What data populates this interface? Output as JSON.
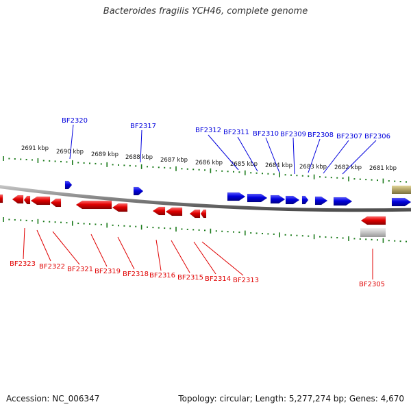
{
  "title": "Bacteroides fragilis YCH46, complete genome",
  "footer": {
    "accession": "Accession: NC_006347",
    "summary": "Topology: circular; Length: 5,277,274 bp; Genes: 4,670"
  },
  "colors": {
    "forward": "#0000dd",
    "reverse": "#e00000",
    "tick": "#1a7a1a",
    "backbone": "#888888",
    "feature_olive": "#b5a76a",
    "feature_gray": "#c8c8c8"
  },
  "ruler_labels": [
    "2691 kbp",
    "2690 kbp",
    "2689 kbp",
    "2688 kbp",
    "2687 kbp",
    "2686 kbp",
    "2685 kbp",
    "2684 kbp",
    "2683 kbp",
    "2682 kbp",
    "2681 kbp"
  ],
  "forward_genes": [
    "BF2320",
    "BF2317",
    "BF2312",
    "BF2311",
    "BF2310",
    "BF2309",
    "BF2308",
    "BF2307",
    "BF2306"
  ],
  "reverse_genes": [
    "BF2323",
    "BF2322",
    "BF2321",
    "BF2319",
    "BF2318",
    "BF2316",
    "BF2315",
    "BF2314",
    "BF2313",
    "BF2305"
  ]
}
